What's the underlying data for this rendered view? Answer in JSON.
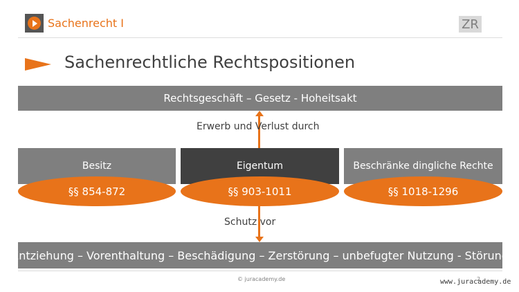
{
  "header": {
    "icon": "play-circle-icon",
    "title": "Sachenrecht I",
    "badge": "ZR"
  },
  "slide": {
    "bullet_icon": "triangle-arrow-icon",
    "title": "Sachenrechtliche Rechtspositionen"
  },
  "diagram": {
    "top_bar": "Rechtsgeschäft – Gesetz - Hoheitsakt",
    "label_upper": "Erwerb und Verlust durch",
    "boxes": [
      {
        "label": "Besitz",
        "range": "§§ 854-872"
      },
      {
        "label": "Eigentum",
        "range": "§§ 903-1011"
      },
      {
        "label": "Beschränke dingliche Rechte",
        "range": "§§ 1018-1296"
      }
    ],
    "label_lower": "Schutz vor",
    "bottom_bar": "Entziehung – Vorenthaltung – Beschädigung – Zerstörung – unbefugter Nutzung - Störung"
  },
  "footer": {
    "copyright": "© juracademy.de",
    "page": "2",
    "watermark": "www.juracademy.de"
  },
  "colors": {
    "accent": "#e8731a",
    "grey": "#7f7f7f",
    "dark": "#404040"
  }
}
